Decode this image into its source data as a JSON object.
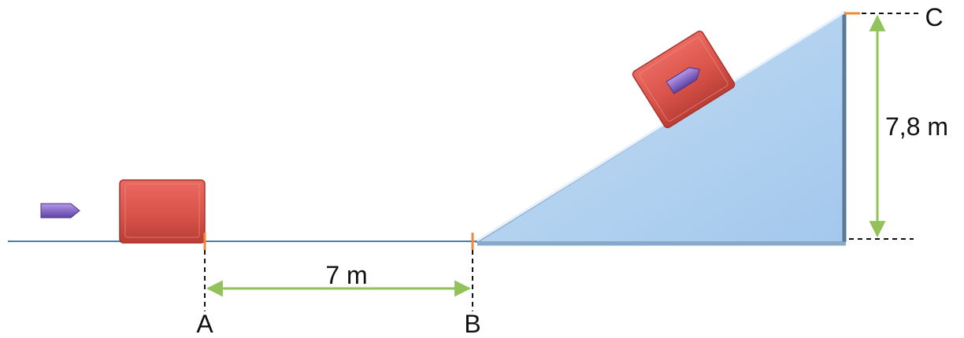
{
  "points": {
    "a": "A",
    "b": "B",
    "c": "C"
  },
  "dimensions": {
    "horizontal_distance": "7 m",
    "incline_height": "7,8 m"
  },
  "colors": {
    "ground_line": "#4a7fb0",
    "block_fill": "#d9534a",
    "block_edge": "#a8322b",
    "bullet_fill": "#8a6cc9",
    "ramp_fill": "#a9cdef",
    "ramp_edge": "#6f8fb0",
    "dimension_arrow": "#93c25a",
    "tick_mark": "#f0883a",
    "dashed_line": "#111111"
  }
}
